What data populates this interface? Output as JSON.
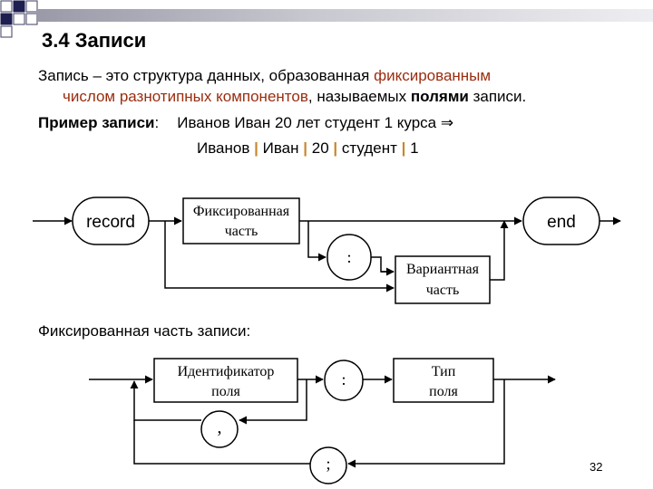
{
  "title": "3.4 Записи",
  "definition": {
    "part1": "Запись – это структура данных, образованная ",
    "accent1": "фиксированным",
    "accent2": "числом разнотипных компонентов",
    "part2": ", называемых ",
    "bold": "полями",
    "part3": " записи."
  },
  "example": {
    "label": "Пример записи",
    "colon": ":",
    "text": "Иванов Иван 20 лет студент 1 курса",
    "arrow": "⇒",
    "fields": [
      "Иванов",
      "Иван",
      "20",
      "студент",
      "1"
    ],
    "separator": "|"
  },
  "diagram1": {
    "start": "record",
    "fixed_line1": "Фиксированная",
    "fixed_line2": "часть",
    "colon": ":",
    "variant_line1": "Вариантная",
    "variant_line2": "часть",
    "end": "end"
  },
  "subtitle": "Фиксированная часть записи:",
  "diagram2": {
    "id_line1": "Идентификатор",
    "id_line2": "поля",
    "colon": ":",
    "type_line1": "Тип",
    "type_line2": "поля",
    "comma": ",",
    "semicolon": ";"
  },
  "page_number": "32"
}
